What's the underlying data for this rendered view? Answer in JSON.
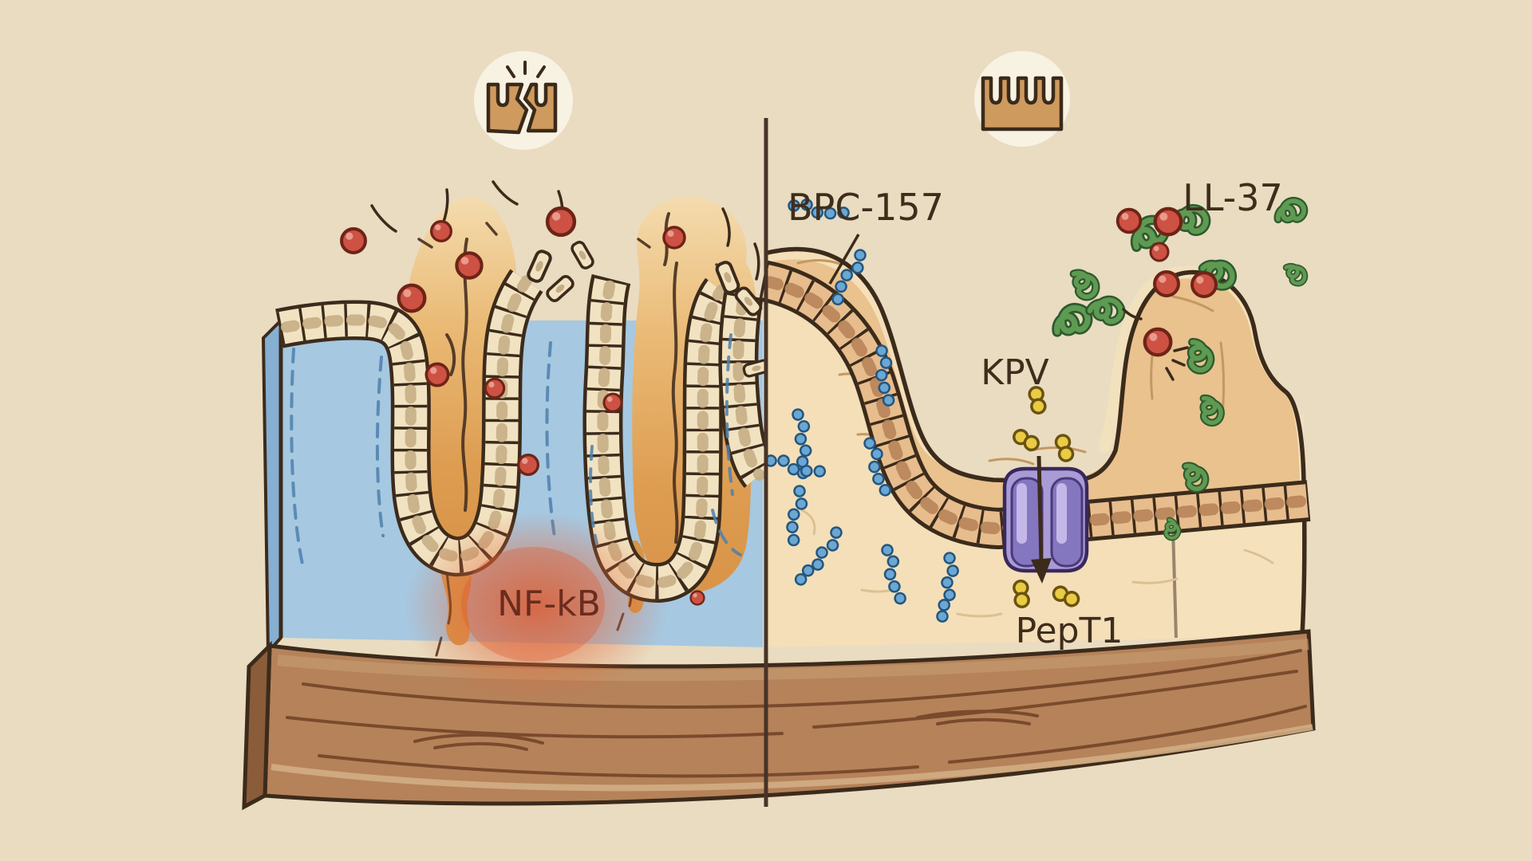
{
  "diagram": {
    "title": "Intestinal barrier: damaged versus peptide-repaired epithelium",
    "left_panel": {
      "name": "damaged-barrier-panel",
      "label_nfkb": "NF-kB"
    },
    "right_panel": {
      "name": "repaired-barrier-panel",
      "label_bpc157": "BPC-157",
      "label_kpv": "KPV",
      "label_ll37": "LL-37",
      "label_pept1": "PepT1"
    }
  },
  "icons": {
    "left_badge": "cracked-barrier-icon",
    "right_badge": "intact-barrier-icon",
    "arrow": "transport-down-arrow"
  },
  "colors": {
    "background": "#e9dcc1",
    "outline": "#3c2b1b",
    "divider": "#473327",
    "lumen_blue": "#a6c8e1",
    "lumen_side": "#86afd2",
    "lumen_dash": "#4e80ad",
    "cell_cream": "#f1e3c1",
    "cell_cream_nucleus": "#c6ad85",
    "cell_tan": "#e7bd8d",
    "cell_tan_nucleus": "#b9855a",
    "damage_light": "#f4dcae",
    "damage_deep": "#d89448",
    "crack": "#4a3322",
    "glow": "#dd5a2e",
    "nfkb_text": "#6a2c1d",
    "red_particle": "#cd5244",
    "red_particle_rim": "#6e2417",
    "red_highlight": "#e89a8d",
    "bead_fill": "#6ba7d3",
    "bead_rim": "#24567f",
    "kpv_yellow": "#e9cb44",
    "kpv_rim": "#6b5310",
    "ll37_green": "#5f9a52",
    "ll37_rim": "#2e5a2e",
    "pept1_body": "#a99bd6",
    "pept1_lobe": "#8576c0",
    "pept1_highlight": "#cfc4ee",
    "pept1_rim": "#39285c",
    "tissue_cream": "#f4dfb8",
    "tissue_tan": "#e9c28e",
    "tissue_grain": "#c49862",
    "wood": "#b5825a",
    "wood_dark": "#7a4a2c",
    "wood_bevel": "#8a5c3a",
    "wood_light": "#d2ad83",
    "badge_bg": "#f8f2e3",
    "icon_tan": "#cf9a5e",
    "label_text": "#3f2d1c"
  }
}
